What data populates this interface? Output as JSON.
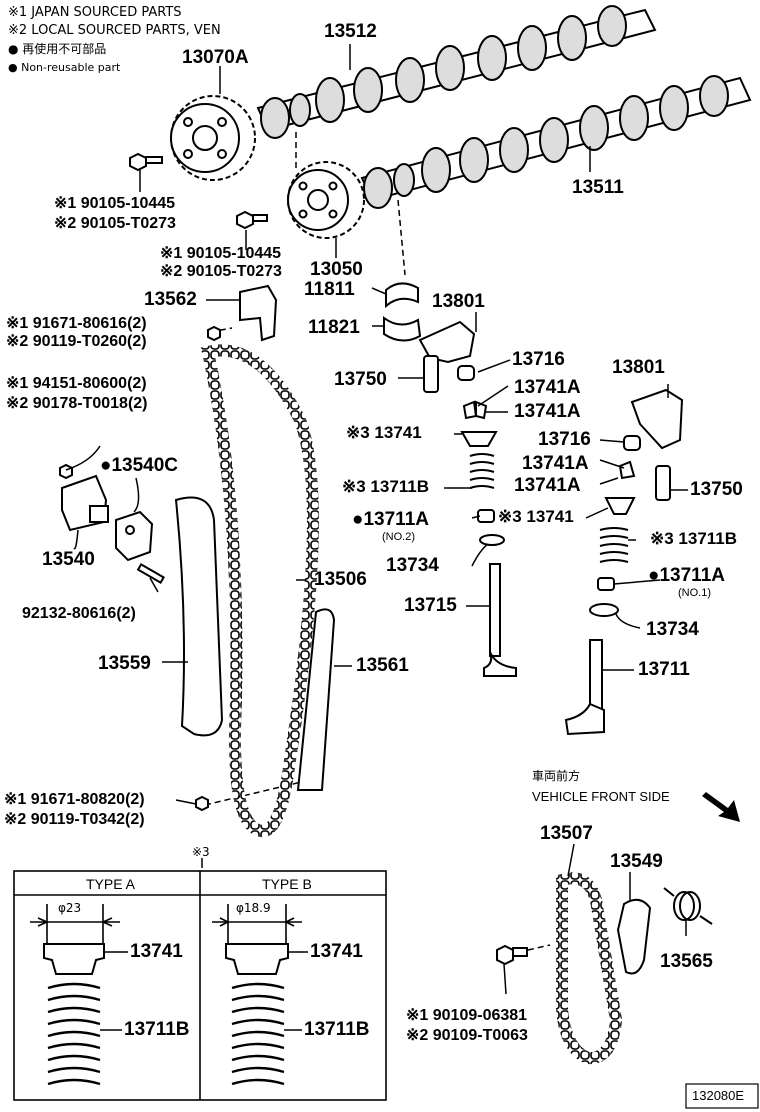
{
  "notes": {
    "line1": "※1 JAPAN SOURCED PARTS",
    "line2": "※2 LOCAL SOURCED PARTS, VEN",
    "line3": "● 再使用不可部品",
    "line4": "● Non-reusable part"
  },
  "labels": {
    "p13512": "13512",
    "p13070A": "13070A",
    "p13511": "13511",
    "b1a": "※1 90105-10445",
    "b1b": "※2 90105-T0273",
    "b2a": "※1 90105-10445",
    "b2b": "※2 90105-T0273",
    "p13050": "13050",
    "p11811": "11811",
    "p13562": "13562",
    "p11821": "11821",
    "p13801a": "13801",
    "b3a": "※1 91671-80616(2)",
    "b3b": "※2 90119-T0260(2)",
    "p13716a": "13716",
    "p13750a": "13750",
    "p13801b": "13801",
    "p13741Aa": "13741A",
    "p13741Ab": "13741A",
    "b4a": "※1 94151-80600(2)",
    "b4b": "※2 90178-T0018(2)",
    "p13741a": "※3 13741",
    "p13716b": "13716",
    "p13540C": "●13540C",
    "p13741Ac": "13741A",
    "p13711Ba": "※3 13711B",
    "p13741Ad": "13741A",
    "p13750b": "13750",
    "p13711Aa": "●13711A",
    "p13711Aa_sub": "(NO.2)",
    "p13741b": "※3 13741",
    "p13540": "13540",
    "p13711Bb": "※3 13711B",
    "p13734a": "13734",
    "p13506": "13506",
    "p13711Ab": "●13711A",
    "p13711Ab_sub": "(NO.1)",
    "stud": "92132-80616(2)",
    "p13715": "13715",
    "p13734b": "13734",
    "p13559": "13559",
    "p13561": "13561",
    "p13711": "13711",
    "front_jp": "車両前方",
    "front_en": "VEHICLE FRONT SIDE",
    "b5a": "※1 91671-80820(2)",
    "b5b": "※2 90119-T0342(2)",
    "mark3": "※3",
    "p13507": "13507",
    "p13549": "13549",
    "p13565": "13565",
    "b6a": "※1 90109-06381",
    "b6b": "※2 90109-T0063",
    "illus_no": "132080E"
  },
  "type_table": {
    "type_a": {
      "header": "TYPE A",
      "dia": "φ23",
      "seat": "13741",
      "spring": "13711B"
    },
    "type_b": {
      "header": "TYPE B",
      "dia": "φ18.9",
      "seat": "13741",
      "spring": "13711B"
    }
  },
  "colors": {
    "ink": "#000000",
    "background": "#ffffff"
  }
}
